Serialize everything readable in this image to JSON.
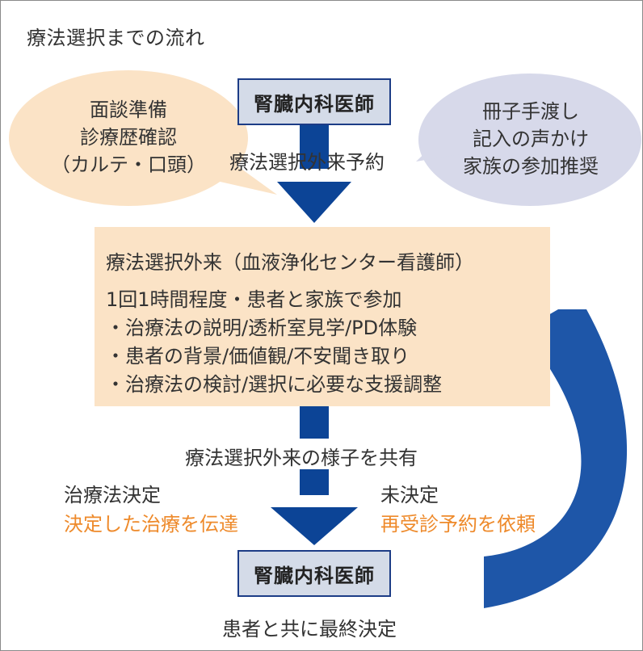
{
  "title": "療法選択までの流れ",
  "top_doctor": "腎臓内科医師",
  "bottom_doctor": "腎臓内科医師",
  "left_bubble": {
    "lines": [
      "面談準備",
      "診療歴確認",
      "（カルテ・口頭）"
    ]
  },
  "right_bubble": {
    "lines": [
      "冊子手渡し",
      "記入の声かけ",
      "家族の参加推奨"
    ]
  },
  "step1_label": "療法選択外来予約",
  "clinic_box": {
    "title": "療法選択外来（血液浄化センター看護師）",
    "lines": [
      "1回1時間程度・患者と家族で参加",
      "・治療法の説明/透析室見学/PD体験",
      "・患者の背景/価値観/不安聞き取り",
      "・治療法の検討/選択に必要な支援調整"
    ]
  },
  "step2_label": "療法選択外来の様子を共有",
  "decided": {
    "label": "治療法決定",
    "action": "決定した治療を伝達"
  },
  "undecided": {
    "label": "未決定",
    "action": "再受診予約を依頼"
  },
  "final_label": "患者と共に最終決定",
  "colors": {
    "arrow": "#0c4496",
    "curve_arrow": "#1e56a8",
    "main_box": "#fbe3c6",
    "left_bubble": "#fbe3c6",
    "right_bubble": "#d7d9ea",
    "doctor_box": "#d4dbe8",
    "accent_text": "#ee8a2b"
  }
}
